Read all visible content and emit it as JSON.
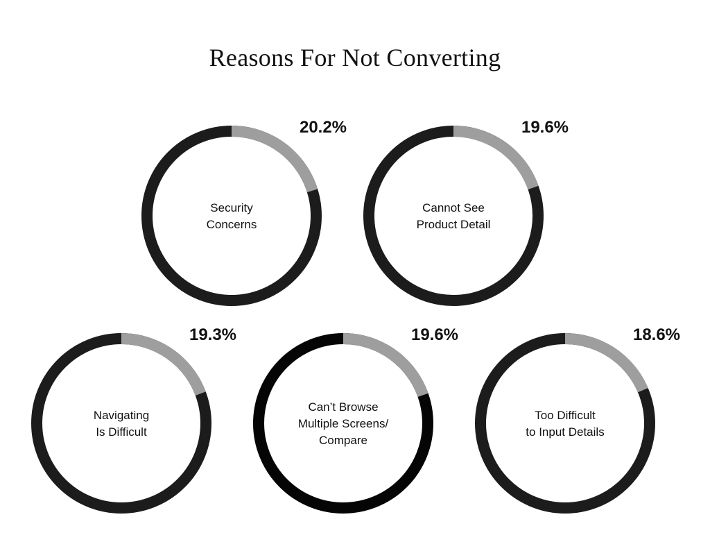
{
  "title": "Reasons For Not Converting",
  "colors": {
    "ring": "#1c1c1c",
    "ring_dark": "#050505",
    "segment": "#9e9e9e"
  },
  "chart_data": {
    "type": "pie",
    "title": "Reasons For Not Converting",
    "series": [
      {
        "name": "Security Concerns",
        "label_lines": [
          "Security",
          "Concerns"
        ],
        "value": 20.2,
        "value_label": "20.2%"
      },
      {
        "name": "Cannot See Product Detail",
        "label_lines": [
          "Cannot See",
          "Product Detail"
        ],
        "value": 19.6,
        "value_label": "19.6%"
      },
      {
        "name": "Navigating Is Difficult",
        "label_lines": [
          "Navigating",
          "Is Difficult"
        ],
        "value": 19.3,
        "value_label": "19.3%"
      },
      {
        "name": "Can’t Browse Multiple Screens/ Compare",
        "label_lines": [
          "Can’t Browse",
          "Multiple Screens/",
          "Compare"
        ],
        "value": 19.6,
        "value_label": "19.6%"
      },
      {
        "name": "Too Difficult to Input Details",
        "label_lines": [
          "Too Difficult",
          "to Input Details"
        ],
        "value": 18.6,
        "value_label": "18.6%"
      }
    ]
  }
}
